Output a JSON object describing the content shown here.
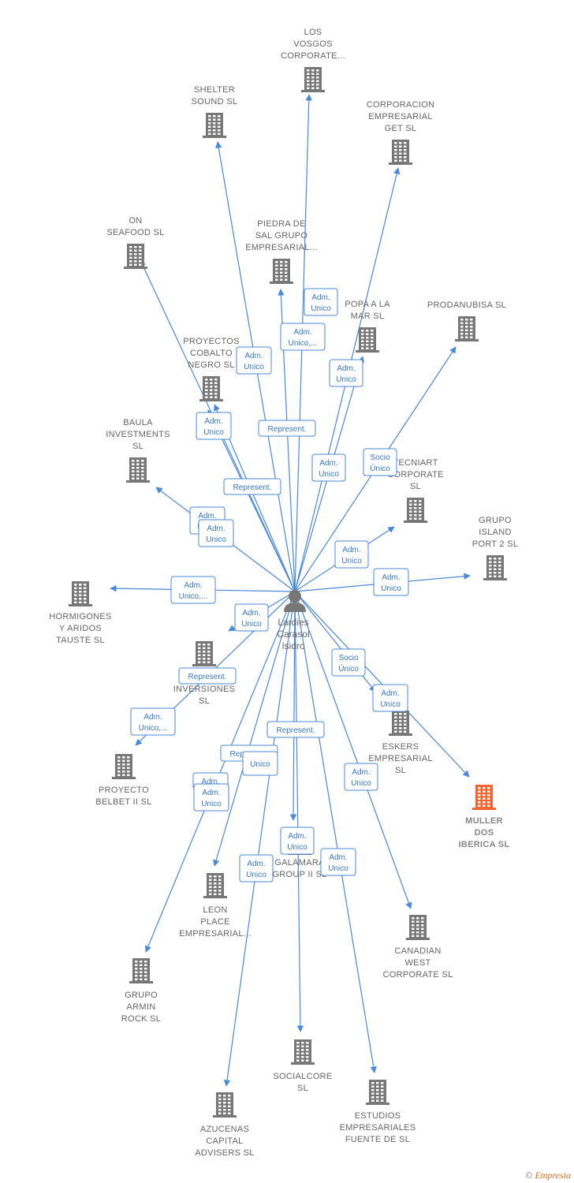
{
  "colors": {
    "edge": "#4a88d8",
    "node": "#777777",
    "highlight": "#f26530",
    "label_border": "#4a88d8"
  },
  "person": {
    "lines": [
      "Lardies",
      "Carasol",
      "Isidro"
    ]
  },
  "nodes": [
    {
      "lines": [
        "LOS",
        "VOSGOS",
        "CORPORATE..."
      ]
    },
    {
      "lines": [
        "SHELTER",
        "SOUND  SL"
      ]
    },
    {
      "lines": [
        "CORPORACION",
        "EMPRESARIAL",
        "GET  SL"
      ]
    },
    {
      "lines": [
        "ON",
        "SEAFOOD  SL"
      ]
    },
    {
      "lines": [
        "PIEDRA DE",
        "SAL GRUPO",
        "EMPRESARIAL..."
      ]
    },
    {
      "lines": [
        "POPA A LA",
        "MAR  SL"
      ]
    },
    {
      "lines": [
        "PRODANUBISA SL"
      ]
    },
    {
      "lines": [
        "PROYECTOS",
        "COBALTO",
        "NEGRO  SL"
      ]
    },
    {
      "lines": [
        "BAULA",
        "INVESTMENTS",
        "SL"
      ]
    },
    {
      "lines": [
        "TECNIART",
        "CORPORATE",
        "SL"
      ]
    },
    {
      "lines": [
        "GRUPO",
        "ISLAND",
        "PORT 2  SL"
      ]
    },
    {
      "lines": [
        "HORMIGONES",
        "Y ARIDOS",
        "TAUSTE  SL"
      ]
    },
    {
      "lines": [
        "INVERSIONES",
        "SL"
      ]
    },
    {
      "lines": [
        "ESKERS",
        "EMPRESARIAL",
        "SL"
      ]
    },
    {
      "lines": [
        "MULLER",
        "DOS",
        "IBERICA  SL"
      ],
      "highlight": true
    },
    {
      "lines": [
        "PROYECTO",
        "BELBET II  SL"
      ]
    },
    {
      "lines": [
        "GALAMARA",
        "GROUP II  SL"
      ]
    },
    {
      "lines": [
        "LEON",
        "PLACE",
        "EMPRESARIAL..."
      ]
    },
    {
      "lines": [
        "CANADIAN",
        "WEST",
        "CORPORATE SL"
      ]
    },
    {
      "lines": [
        "GRUPO",
        "ARMIN",
        "ROCK  SL"
      ]
    },
    {
      "lines": [
        "SOCIALCORE",
        "SL"
      ]
    },
    {
      "lines": [
        "ESTUDIOS",
        "EMPRESARIALES",
        "FUENTE DE  SL"
      ]
    },
    {
      "lines": [
        "AZUCENAS",
        "CAPITAL",
        "ADVISERS  SL"
      ]
    }
  ],
  "edge_labels": [
    [
      "Adm.",
      "Unico"
    ],
    [
      "Adm.",
      "Unico,..."
    ],
    [
      "Adm.",
      "Unico"
    ],
    [
      "Adm.",
      "Unico"
    ],
    [
      "Adm.",
      "Unico"
    ],
    [
      "Represent."
    ],
    [
      "Adm.",
      "Unico"
    ],
    [
      "Socio",
      "Único"
    ],
    [
      "Represent."
    ],
    [
      "Adm.",
      "Unico"
    ],
    [
      "Adm.",
      "Unico"
    ],
    [
      "Adm.",
      "Unico"
    ],
    [
      "Adm.",
      "Unico"
    ],
    [
      "Adm.",
      "Unico,..."
    ],
    [
      "Adm.",
      "Unico"
    ],
    [
      "Represent."
    ],
    [
      "Socio",
      "Único"
    ],
    [
      "Adm.",
      "Unico"
    ],
    [
      "Adm.",
      "Unico,..."
    ],
    [
      "Represent."
    ],
    [
      "Represent."
    ],
    [
      "Unico"
    ],
    [
      "Adm."
    ],
    [
      "Adm.",
      "Unico"
    ],
    [
      "Adm.",
      "Unico"
    ],
    [
      "Adm.",
      "Unico"
    ],
    [
      "Adm.",
      "Unico"
    ],
    [
      "Adm.",
      "Unico"
    ]
  ],
  "watermark": {
    "copyright": "©",
    "brand": "Empresia"
  }
}
